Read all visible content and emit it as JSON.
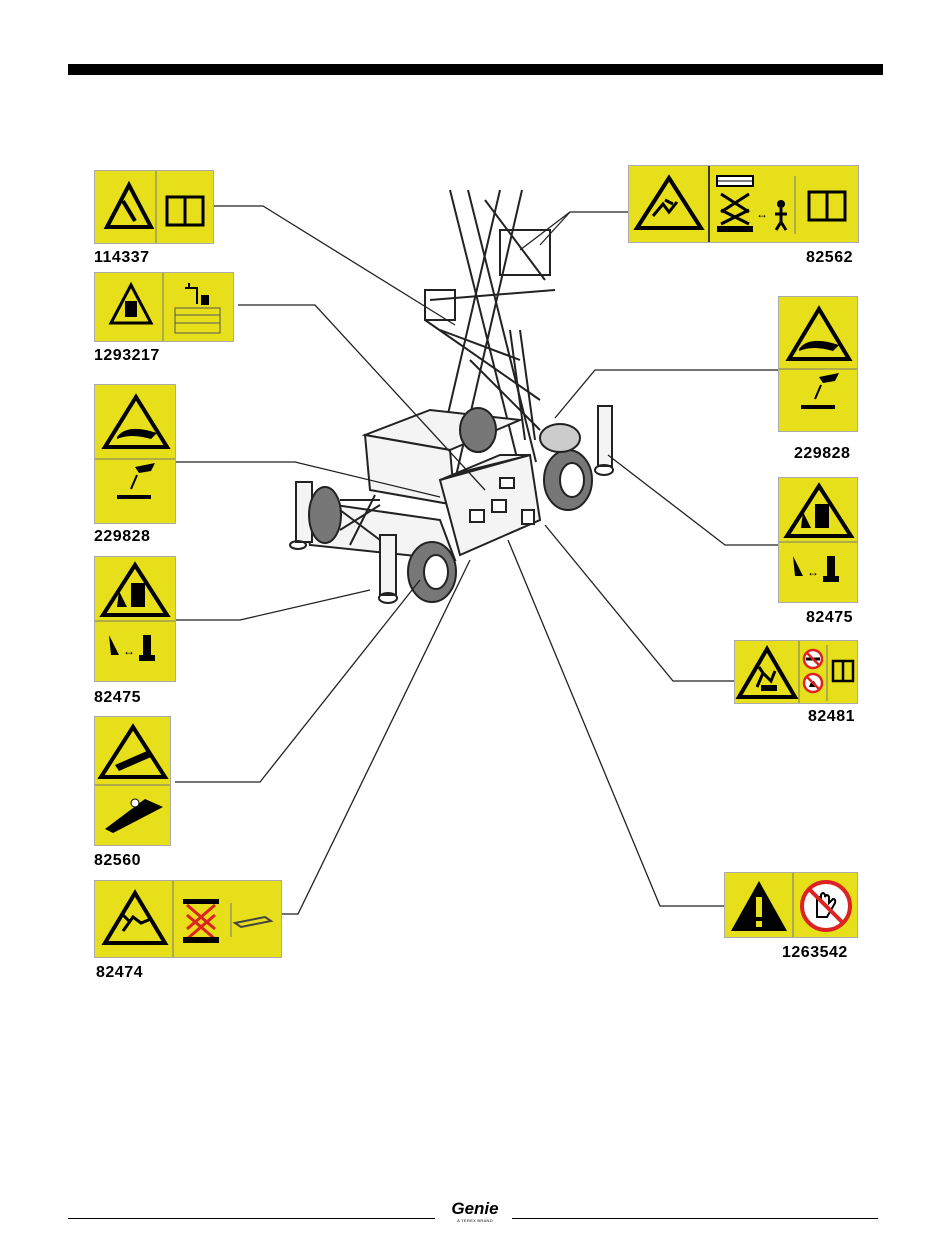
{
  "decals": {
    "d114337": {
      "code": "114337"
    },
    "d1293217": {
      "code": "1293217"
    },
    "d229828_left": {
      "code": "229828"
    },
    "d82475_left": {
      "code": "82475"
    },
    "d82560": {
      "code": "82560"
    },
    "d82474": {
      "code": "82474"
    },
    "d82562": {
      "code": "82562"
    },
    "d229828_right": {
      "code": "229828"
    },
    "d82475_right": {
      "code": "82475"
    },
    "d82481": {
      "code": "82481"
    },
    "d1263542": {
      "code": "1263542"
    }
  },
  "footer": {
    "brand": "Genie",
    "tagline": "A TEREX BRAND"
  },
  "colors": {
    "decal_yellow": "#e7df1a",
    "rule": "#000000",
    "prohibition_red": "#d22"
  }
}
